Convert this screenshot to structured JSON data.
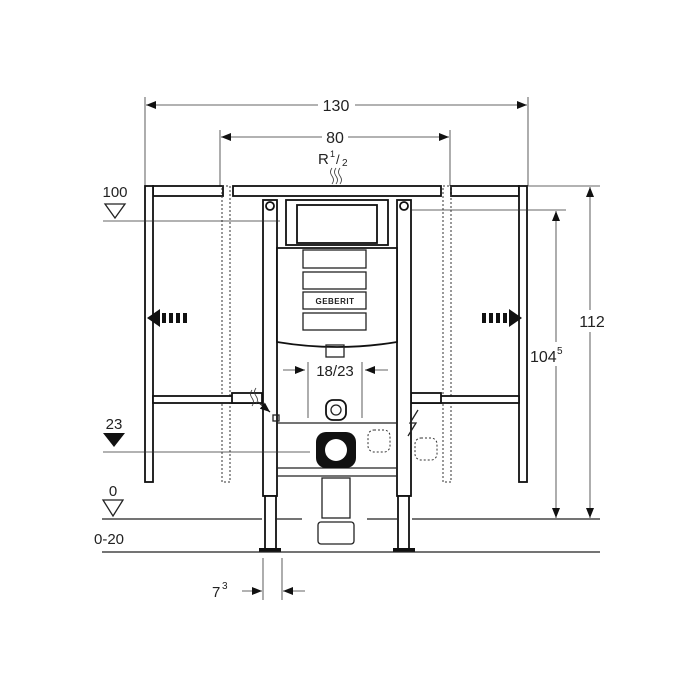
{
  "dimensions": {
    "total_width": "130",
    "inner_width": "80",
    "supply_connection": "R",
    "supply_connection_fraction_num": "1",
    "supply_connection_fraction_den": "2",
    "level_top": "100",
    "level_outlet": "23",
    "level_floor": "0",
    "floor_range": "0-20",
    "height_total": "112",
    "height_inner_base": "104",
    "height_inner_sup": "5",
    "outlet_spacing": "18/23",
    "foot_width_base": "7",
    "foot_width_sup": "3"
  },
  "logo": "GEBERIT",
  "colors": {
    "line": "#222222",
    "background": "#ffffff"
  }
}
